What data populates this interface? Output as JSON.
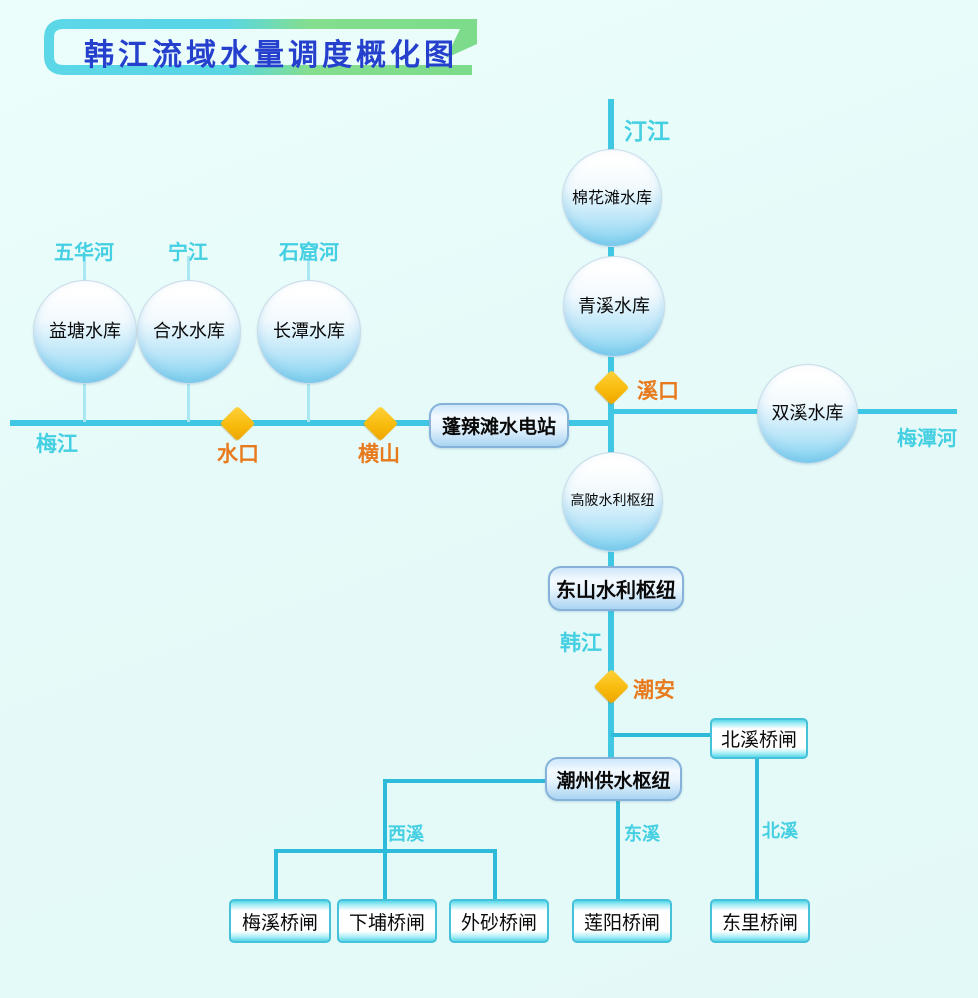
{
  "title": "韩江流域水量调度概化图",
  "rivers": {
    "tingjiang": "汀江",
    "wuhuahe": "五华河",
    "ningjiang": "宁江",
    "shikuhe": "石窟河",
    "meijiang": "梅江",
    "meitanhe": "梅潭河",
    "hanjiang": "韩江",
    "xixi": "西溪",
    "dongxi": "东溪",
    "beixi": "北溪"
  },
  "reservoirs": {
    "mianhuatan": "棉花滩水库",
    "qingxi": "青溪水库",
    "yitang": "益塘水库",
    "heshui": "合水水库",
    "changtan": "长潭水库",
    "shuangxi": "双溪水库",
    "gaobei": "高陂水利枢纽"
  },
  "facilities": {
    "penglatan": "蓬辣滩水电站",
    "dongshan": "东山水利枢纽",
    "chaozhou": "潮州供水枢纽"
  },
  "gates": {
    "beixiqiao": "北溪桥闸",
    "meixi": "梅溪桥闸",
    "xiapu": "下埔桥闸",
    "waisha": "外砂桥闸",
    "lianyang": "莲阳桥闸",
    "dongli": "东里桥闸"
  },
  "control_points": {
    "shuikou": "水口",
    "hengshan": "横山",
    "xikou": "溪口",
    "chaoan": "潮安"
  },
  "colors": {
    "background": "#E7FCFA",
    "main_line": "#3FC7E3",
    "branch_line": "#2EBBD9",
    "thin_line": "#A9E7F2",
    "diamond": "#F8BB0C",
    "diamond_label": "#E87A1E",
    "river_label": "#45CFE2",
    "title_text": "#2640CE",
    "deco_cyan": "#5BD7E8",
    "deco_green": "#7CDC8B"
  }
}
